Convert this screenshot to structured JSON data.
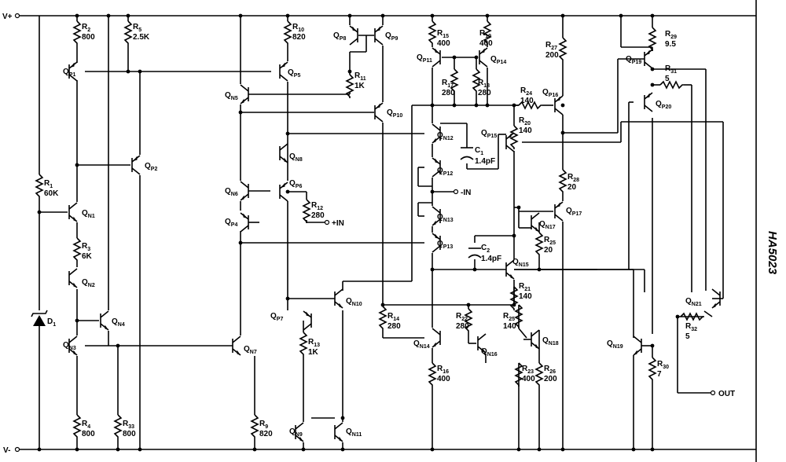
{
  "part_number": "HA5023",
  "nets": {
    "vplus": "V+",
    "vminus": "V-",
    "in_plus": "+IN",
    "in_minus": "-IN",
    "out": "OUT"
  },
  "resistors": [
    {
      "id": "R2",
      "ref": "R",
      "sub": "2",
      "value": "800"
    },
    {
      "id": "R5",
      "ref": "R",
      "sub": "5",
      "value": "2.5K"
    },
    {
      "id": "R10",
      "ref": "R",
      "sub": "10",
      "value": "820"
    },
    {
      "id": "R15",
      "ref": "R",
      "sub": "15",
      "value": "400"
    },
    {
      "id": "R19",
      "ref": "R",
      "sub": "19",
      "value": "400"
    },
    {
      "id": "R27",
      "ref": "R",
      "sub": "27",
      "value": "200"
    },
    {
      "id": "R29",
      "ref": "R",
      "sub": "29",
      "value": "9.5"
    },
    {
      "id": "R31",
      "ref": "R",
      "sub": "31",
      "value": "5"
    },
    {
      "id": "R11",
      "ref": "R",
      "sub": "11",
      "value": "1K"
    },
    {
      "id": "R17",
      "ref": "R",
      "sub": "17",
      "value": "280"
    },
    {
      "id": "R18",
      "ref": "R",
      "sub": "18",
      "value": "280"
    },
    {
      "id": "R24",
      "ref": "R",
      "sub": "24",
      "value": "140"
    },
    {
      "id": "R20",
      "ref": "R",
      "sub": "20",
      "value": "140"
    },
    {
      "id": "R1",
      "ref": "R",
      "sub": "1",
      "value": "60K"
    },
    {
      "id": "R3",
      "ref": "R",
      "sub": "3",
      "value": "6K"
    },
    {
      "id": "R12",
      "ref": "R",
      "sub": "12",
      "value": "280"
    },
    {
      "id": "R28",
      "ref": "R",
      "sub": "28",
      "value": "20"
    },
    {
      "id": "R25a",
      "ref": "R",
      "sub": "25",
      "value": "20"
    },
    {
      "id": "R21",
      "ref": "R",
      "sub": "21",
      "value": "140"
    },
    {
      "id": "R14",
      "ref": "R",
      "sub": "14",
      "value": "280"
    },
    {
      "id": "R22",
      "ref": "R",
      "sub": "22",
      "value": "280"
    },
    {
      "id": "R25b",
      "ref": "R",
      "sub": "25",
      "value": "140"
    },
    {
      "id": "R13",
      "ref": "R",
      "sub": "13",
      "value": "1K"
    },
    {
      "id": "R32",
      "ref": "R",
      "sub": "32",
      "value": "5"
    },
    {
      "id": "R30",
      "ref": "R",
      "sub": "30",
      "value": "7"
    },
    {
      "id": "R16",
      "ref": "R",
      "sub": "16",
      "value": "400"
    },
    {
      "id": "R23",
      "ref": "R",
      "sub": "23",
      "value": "400"
    },
    {
      "id": "R26",
      "ref": "R",
      "sub": "26",
      "value": "200"
    },
    {
      "id": "R4",
      "ref": "R",
      "sub": "4",
      "value": "800"
    },
    {
      "id": "R33",
      "ref": "R",
      "sub": "33",
      "value": "800"
    },
    {
      "id": "R9",
      "ref": "R",
      "sub": "9",
      "value": "820"
    }
  ],
  "capacitors": [
    {
      "id": "C1",
      "ref": "C",
      "sub": "1",
      "value": "1.4pF"
    },
    {
      "id": "C2",
      "ref": "C",
      "sub": "2",
      "value": "1.4pF"
    }
  ],
  "diodes": [
    {
      "id": "D1",
      "ref": "D",
      "sub": "1"
    }
  ],
  "transistors": [
    {
      "id": "QP1",
      "ref": "Q",
      "sub": "P1"
    },
    {
      "id": "QP2",
      "ref": "Q",
      "sub": "P2"
    },
    {
      "id": "QP4",
      "ref": "Q",
      "sub": "P4"
    },
    {
      "id": "QP5",
      "ref": "Q",
      "sub": "P5"
    },
    {
      "id": "QP6",
      "ref": "Q",
      "sub": "P6"
    },
    {
      "id": "QP7",
      "ref": "Q",
      "sub": "P7"
    },
    {
      "id": "QP8",
      "ref": "Q",
      "sub": "P8"
    },
    {
      "id": "QP9",
      "ref": "Q",
      "sub": "P9"
    },
    {
      "id": "QP10",
      "ref": "Q",
      "sub": "P10"
    },
    {
      "id": "QP11",
      "ref": "Q",
      "sub": "P11"
    },
    {
      "id": "QP12",
      "ref": "Q",
      "sub": "P12"
    },
    {
      "id": "QP13",
      "ref": "Q",
      "sub": "P13"
    },
    {
      "id": "QP14",
      "ref": "Q",
      "sub": "P14"
    },
    {
      "id": "QP15",
      "ref": "Q",
      "sub": "P15"
    },
    {
      "id": "QP16",
      "ref": "Q",
      "sub": "P16"
    },
    {
      "id": "QP17",
      "ref": "Q",
      "sub": "P17"
    },
    {
      "id": "QP19",
      "ref": "Q",
      "sub": "P19"
    },
    {
      "id": "QP20",
      "ref": "Q",
      "sub": "P20"
    },
    {
      "id": "QN1",
      "ref": "Q",
      "sub": "N1"
    },
    {
      "id": "QN2",
      "ref": "Q",
      "sub": "N2"
    },
    {
      "id": "QN3",
      "ref": "Q",
      "sub": "N3"
    },
    {
      "id": "QN4",
      "ref": "Q",
      "sub": "N4"
    },
    {
      "id": "QN5",
      "ref": "Q",
      "sub": "N5"
    },
    {
      "id": "QN6",
      "ref": "Q",
      "sub": "N6"
    },
    {
      "id": "QN7",
      "ref": "Q",
      "sub": "N7"
    },
    {
      "id": "QN8",
      "ref": "Q",
      "sub": "N8"
    },
    {
      "id": "QN9",
      "ref": "Q",
      "sub": "N9"
    },
    {
      "id": "QN10",
      "ref": "Q",
      "sub": "N10"
    },
    {
      "id": "QN11",
      "ref": "Q",
      "sub": "N11"
    },
    {
      "id": "QN12",
      "ref": "Q",
      "sub": "N12"
    },
    {
      "id": "QN13",
      "ref": "Q",
      "sub": "N13"
    },
    {
      "id": "QN14",
      "ref": "Q",
      "sub": "N14"
    },
    {
      "id": "QN15",
      "ref": "Q",
      "sub": "N15"
    },
    {
      "id": "QN16",
      "ref": "Q",
      "sub": "N16"
    },
    {
      "id": "QN17",
      "ref": "Q",
      "sub": "N17"
    },
    {
      "id": "QN18",
      "ref": "Q",
      "sub": "N18"
    },
    {
      "id": "QN19",
      "ref": "Q",
      "sub": "N19"
    },
    {
      "id": "QN21",
      "ref": "Q",
      "sub": "N21"
    }
  ]
}
